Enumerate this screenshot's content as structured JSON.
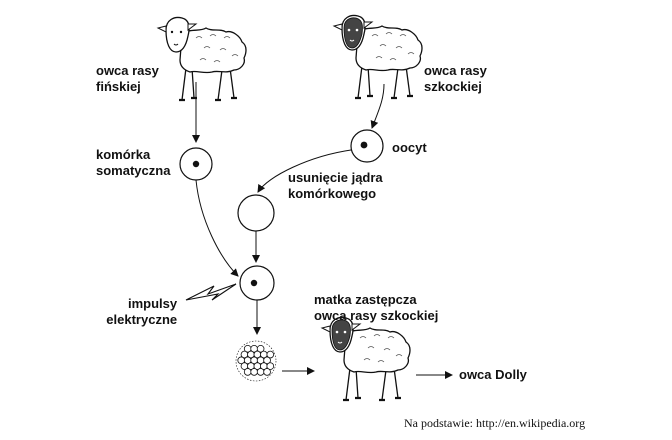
{
  "labels": {
    "finnish_sheep": [
      "owca rasy",
      "fińskiej"
    ],
    "scottish_sheep": [
      "owca rasy",
      "szkockiej"
    ],
    "somatic_cell": [
      "komórka",
      "somatyczna"
    ],
    "oocyte": "oocyt",
    "nucleus_removal": [
      "usunięcie jądra",
      "komórkowego"
    ],
    "electric_impulses": [
      "impulsy",
      "elektryczne"
    ],
    "surrogate_mother": [
      "matka zastępcza",
      "owca rasy szkockiej"
    ],
    "dolly": "owca Dolly"
  },
  "source": "Na podstawie: http://en.wikipedia.org",
  "icons": {
    "finnish_sheep": "sheep-white-face-icon",
    "scottish_sheep": "sheep-dark-face-icon",
    "surrogate": "sheep-dark-face-icon",
    "embryo": "embryo-cell-cluster-icon",
    "lightning": "lightning-bolt-icon"
  },
  "colors": {
    "stroke": "#111111",
    "fill": "#ffffff"
  }
}
